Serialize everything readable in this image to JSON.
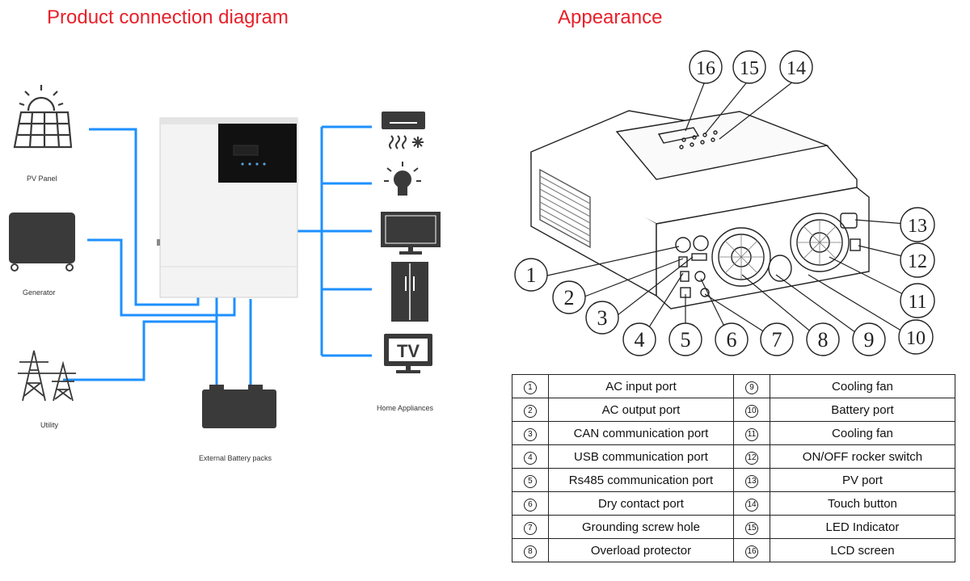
{
  "titles": {
    "left": "Product connection diagram",
    "right": "Appearance"
  },
  "captions": {
    "pv_panel": "PV Panel",
    "generator": "Generator",
    "utility": "Utility",
    "battery": "External Battery packs",
    "home": "Home Appliances"
  },
  "tv_label": "TV",
  "callouts": [
    "1",
    "2",
    "3",
    "4",
    "5",
    "6",
    "7",
    "8",
    "9",
    "10",
    "11",
    "12",
    "13",
    "14",
    "15",
    "16"
  ],
  "legend": {
    "left": [
      {
        "num": "1",
        "label": "AC input port"
      },
      {
        "num": "2",
        "label": "AC output port"
      },
      {
        "num": "3",
        "label": "CAN communication port"
      },
      {
        "num": "4",
        "label": "USB communication port"
      },
      {
        "num": "5",
        "label": "Rs485 communication port"
      },
      {
        "num": "6",
        "label": "Dry contact port"
      },
      {
        "num": "7",
        "label": "Grounding screw hole"
      },
      {
        "num": "8",
        "label": "Overload protector"
      }
    ],
    "right": [
      {
        "num": "9",
        "label": "Cooling fan"
      },
      {
        "num": "10",
        "label": "Battery port"
      },
      {
        "num": "11",
        "label": "Cooling fan"
      },
      {
        "num": "12",
        "label": "ON/OFF rocker switch"
      },
      {
        "num": "13",
        "label": "PV port"
      },
      {
        "num": "14",
        "label": "Touch button"
      },
      {
        "num": "15",
        "label": "LED Indicator"
      },
      {
        "num": "16",
        "label": "LCD screen"
      }
    ]
  },
  "colors": {
    "title": "#e8202a",
    "wire": "#1e90ff",
    "icon": "#3a3a3a"
  }
}
